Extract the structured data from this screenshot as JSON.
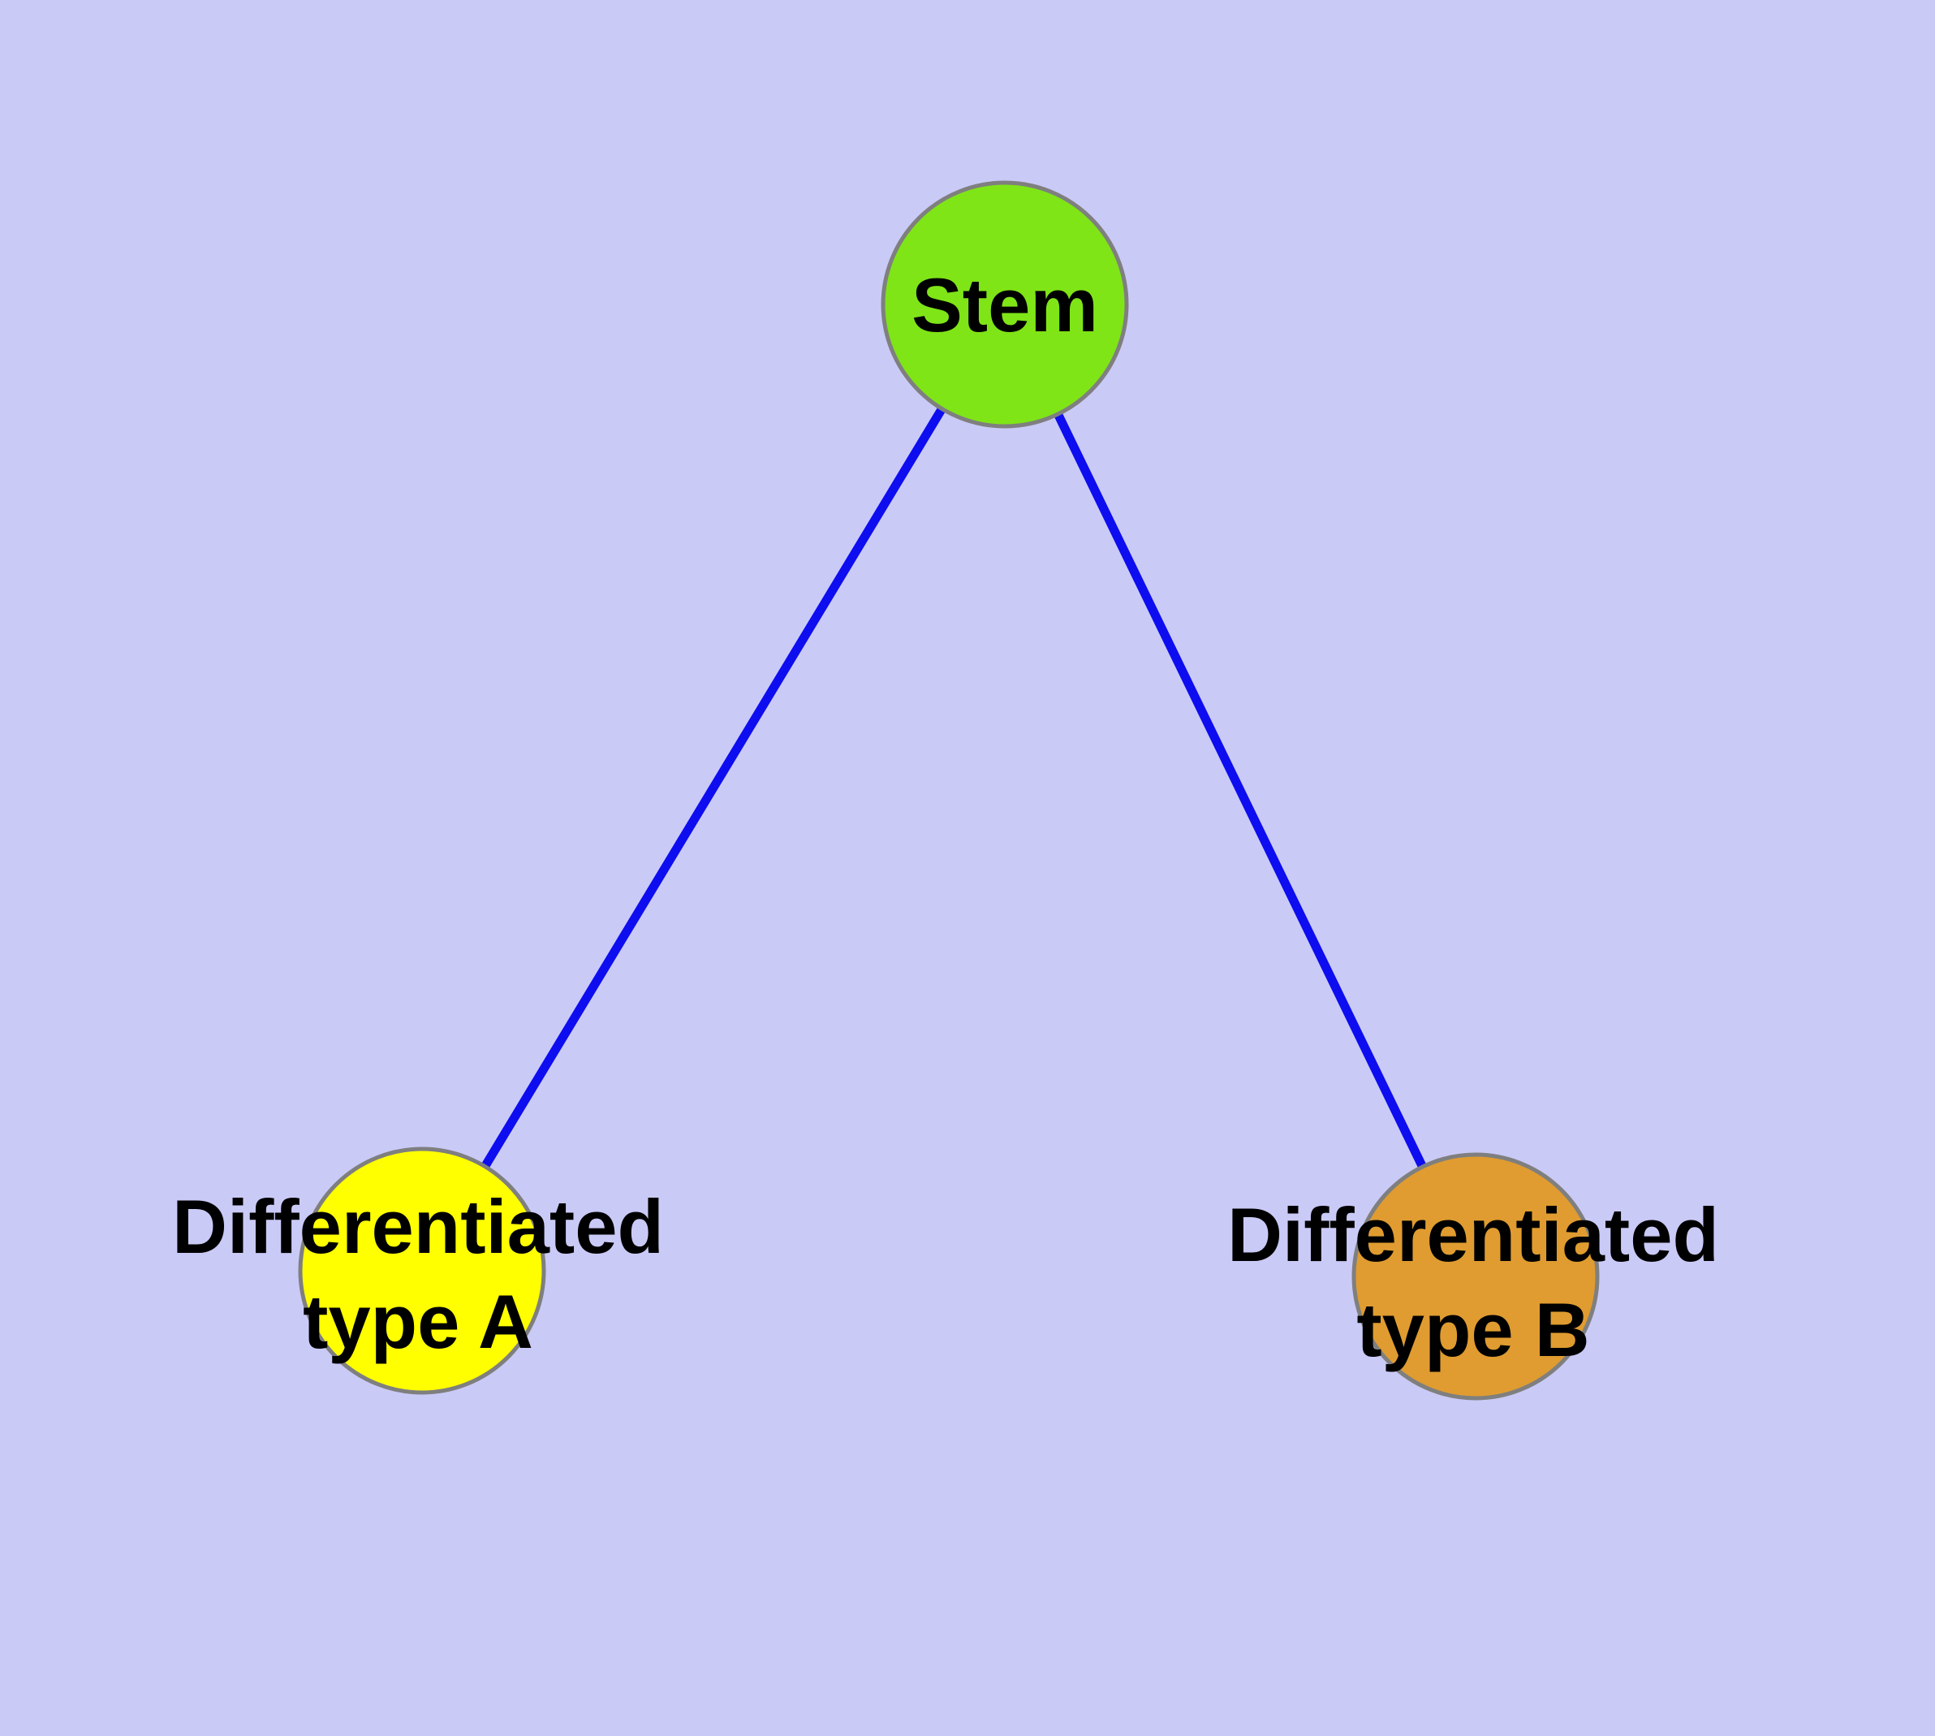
{
  "diagram": {
    "colors": {
      "background": "#cacaf7",
      "edge": "#0d0df0",
      "node_border": "#7f7f7f",
      "label_text": "#000000"
    },
    "nodes": {
      "stem": {
        "label": "Stem",
        "fill": "#7fe517"
      },
      "type_a": {
        "label_line1": "Differentiated",
        "label_line2": "type A",
        "fill": "#ffff00"
      },
      "type_b": {
        "label_line1": "Differentiated",
        "label_line2": "type B",
        "fill": "#e09c30"
      }
    },
    "edges": [
      {
        "from": "Stem",
        "to": "Differentiated type A"
      },
      {
        "from": "Stem",
        "to": "Differentiated type B"
      }
    ]
  }
}
